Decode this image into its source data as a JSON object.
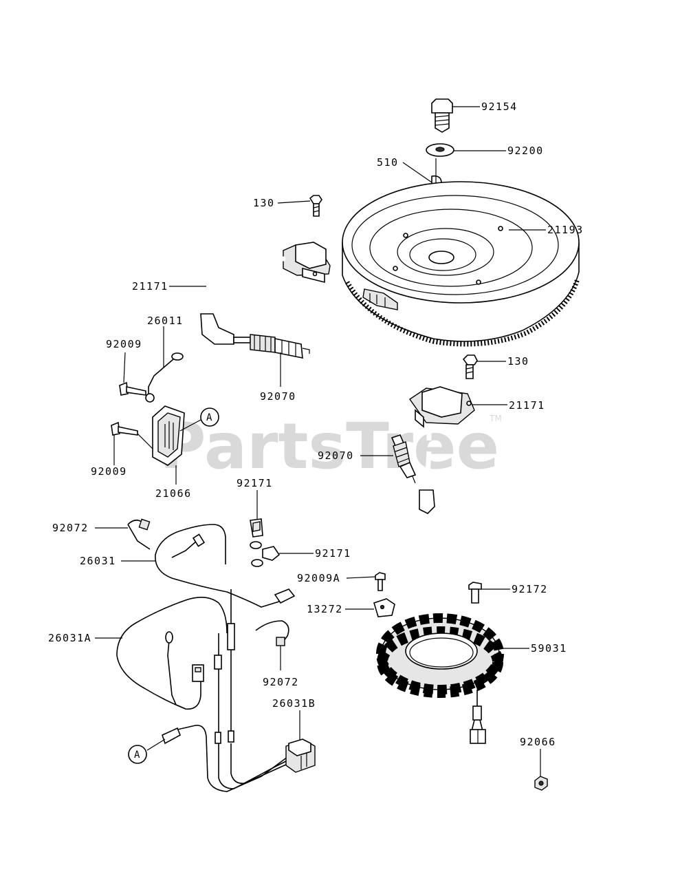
{
  "watermark": {
    "text": "PartsTree",
    "trademark": "TM"
  },
  "callouts": {
    "bolt_top": "92154",
    "washer": "92200",
    "key": "510",
    "flywheel": "21193",
    "bolt_coil_left": "130",
    "coil_left": "21171",
    "ground_lead": "26011",
    "screw_upper": "92009",
    "screw_lower": "92009",
    "spark_plug_left": "92070",
    "regulator": "21066",
    "bolt_coil_right": "130",
    "coil_right": "21171",
    "spark_plug_right": "92070",
    "connector": "92171",
    "terminal": "92171",
    "band_upper": "92072",
    "harness": "26031",
    "screw_bracket": "92009A",
    "bracket": "13272",
    "bolt_stator": "92172",
    "stator": "59031",
    "harness_a": "26031A",
    "band_lower": "92072",
    "harness_b": "26031B",
    "nut": "92066"
  },
  "reference_marks": {
    "upper": "A",
    "lower": "A"
  }
}
